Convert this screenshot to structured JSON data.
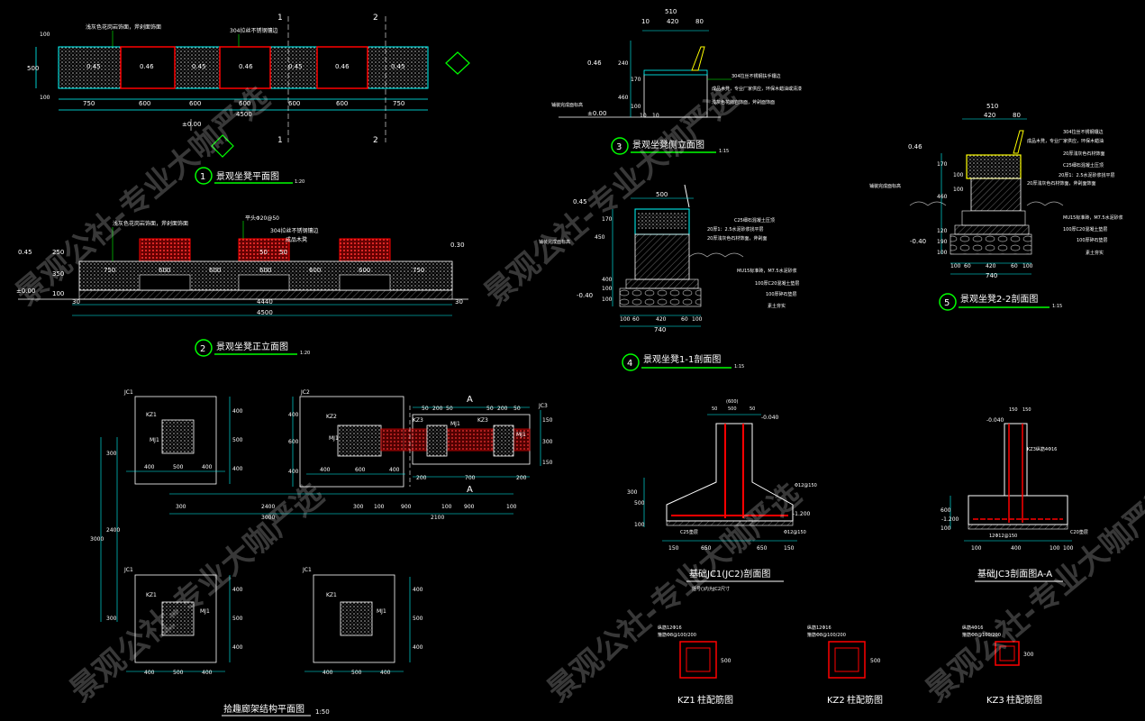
{
  "colors": {
    "background": "#000000",
    "line": "#ffffff",
    "dim": "#00ffff",
    "green": "#00ff00",
    "red": "#ff0000",
    "yellow": "#ffff00"
  },
  "watermark": "景观公社-专业大咖严选",
  "plan_view": {
    "number": "1",
    "title": "景观坐凳平面图",
    "scale": "1:20",
    "note_left": "浅灰色花岗岩饰面，斧剁面饰面",
    "note_top": "304拉丝不锈钢镶边",
    "cell_levels": [
      "0.45",
      "0.46",
      "0.45",
      "0.46",
      "0.45",
      "0.46",
      "0.45"
    ],
    "dims": [
      "750",
      "600",
      "600",
      "600",
      "600",
      "600",
      "750"
    ],
    "total": "4500",
    "height_dims": [
      "500",
      "100",
      "100"
    ],
    "level_ground": "±0.00",
    "section_marks": [
      "1",
      "2",
      "1",
      "2"
    ]
  },
  "front_view": {
    "number": "2",
    "title": "景观坐凳正立面图",
    "scale": "1:20",
    "note_left": "浅灰色花岗岩饰面，斧剁面饰面",
    "note_mid1": "平头Φ20@50",
    "note_mid2": "304拉丝不锈钢镶边",
    "note_mid3": "成品木凳",
    "mid_dims": [
      "50",
      "50"
    ],
    "dims": [
      "750",
      "600",
      "600",
      "600",
      "600",
      "600",
      "750"
    ],
    "bottom_dims": [
      "30",
      "4440",
      "30"
    ],
    "total": "4500",
    "levels": [
      "0.45",
      "±0.00",
      "0.30"
    ],
    "height_dims": [
      "250",
      "350",
      "100"
    ]
  },
  "side_view": {
    "number": "3",
    "title": "景观坐凳侧立面图",
    "scale": "1:15",
    "top_dims": [
      "510",
      "10",
      "420",
      "80"
    ],
    "height_dims": [
      "240",
      "170",
      "460",
      "100"
    ],
    "bottom_dims": [
      "10",
      "10"
    ],
    "levels": [
      "0.46",
      "±0.00"
    ],
    "notes": [
      "304拉丝不锈钢扶手镶边",
      "成品木凳，专业厂家供应，环保木蜡油或清漆",
      "浅灰色花岗岩饰面，斧剁面饰面"
    ],
    "note_left": "铺装完成面标高"
  },
  "section_1": {
    "number": "4",
    "title": "景观坐凳1-1剖面图",
    "scale": "1:15",
    "top_dim": "500",
    "levels": [
      "0.45",
      "-0.40"
    ],
    "height_dims": [
      "170",
      "450",
      "400",
      "100",
      "100"
    ],
    "notes": [
      "C25细石混凝土压顶",
      "20厚1：2.5水泥砂浆找平层",
      "20厚浅灰色石材饰面，斧剁面",
      "MU15标准砖，M7.5水泥砂浆",
      "100厚C20混凝土垫层",
      "100厚碎石垫层",
      "素土夯实"
    ],
    "note_left": "铺装完成面标高",
    "bottom_dims": [
      "100",
      "60",
      "420",
      "60",
      "100"
    ],
    "total": "740"
  },
  "section_2": {
    "number": "5",
    "title": "景观坐凳2-2剖面图",
    "scale": "1:15",
    "top_dims": [
      "510",
      "420",
      "80"
    ],
    "levels": [
      "0.46",
      "-0.40"
    ],
    "height_dims": [
      "170",
      "460",
      "100",
      "100",
      "120",
      "190",
      "100"
    ],
    "notes": [
      "304拉丝不锈钢镶边",
      "成品木凳，专业厂家供应，环保木蜡油",
      "20厚浅灰色石材饰面",
      "C25细石混凝土压顶",
      "20厚1：2.5水泥砂浆找平层",
      "20厚浅灰色石材饰面，斧剁面饰面",
      "MU15标准砖，M7.5水泥砂浆",
      "100厚C20混凝土垫层",
      "100厚碎石垫层",
      "素土夯实"
    ],
    "note_left": "铺装完成面标高",
    "bottom_dims": [
      "100",
      "60",
      "420",
      "60",
      "100"
    ],
    "total": "740"
  },
  "structural_plan": {
    "title": "拾趣廊架结构平面图",
    "scale": "1:50",
    "labels": {
      "jc1": "JC1",
      "jc2": "JC2",
      "jc3": "JC3",
      "kz1": "KZ1",
      "kz2": "KZ2",
      "kz3": "KZ3",
      "mj1": "MJ1",
      "cut": "A"
    },
    "dims_square": [
      "400",
      "500",
      "400"
    ],
    "dims_jc2_bottom": [
      "400",
      "600",
      "400"
    ],
    "dims_jc2_side": [
      "400",
      "600",
      "400"
    ],
    "dims_jc3_top": [
      "50",
      "200",
      "50"
    ],
    "dims_jc3_top2": [
      "50",
      "200",
      "50"
    ],
    "dims_jc3_side": [
      "150",
      "300",
      "150"
    ],
    "dims_jc3_bottom": [
      "200",
      "700",
      "200"
    ],
    "dims_row": [
      "300",
      "2400",
      "300",
      "100",
      "900",
      "100",
      "900",
      "100"
    ],
    "dims_total": [
      "3000",
      "2100"
    ],
    "dims_vertical": [
      "3000",
      "2400",
      "300",
      "300"
    ]
  },
  "foundation_jc1": {
    "title": "基础JC1(JC2)剖面图",
    "subtitle": "括号()内为JC2尺寸",
    "levels": [
      "-0.040",
      "-1.200"
    ],
    "top_dims": [
      "50",
      "500",
      "50",
      "(600)"
    ],
    "bottom_dims": [
      "150",
      "650",
      "650",
      "150"
    ],
    "side_dims": [
      "500",
      "100",
      "300"
    ],
    "rebar_notes": [
      "Φ12@150",
      "C25垫层",
      "Φ12@150"
    ]
  },
  "foundation_jc3": {
    "title": "基础JC3剖面图A-A",
    "levels": [
      "-0.040",
      "-1.200"
    ],
    "top_dims": [
      "150",
      "150"
    ],
    "bottom_dims": [
      "100",
      "400",
      "100",
      "100"
    ],
    "side_dims": [
      "600",
      "100"
    ],
    "labels": [
      "KZ3纵筋4Φ16",
      "C20垫层"
    ],
    "rebar_note": "12Φ12@150"
  },
  "columns": [
    {
      "title": "KZ1",
      "suffix": "柱配筋图",
      "dim": "500",
      "notes": [
        "纵筋12Φ16",
        "箍筋Φ8@100/200"
      ]
    },
    {
      "title": "KZ2",
      "suffix": "柱配筋图",
      "dim": "500",
      "notes": [
        "纵筋12Φ16",
        "箍筋Φ8@100/200"
      ]
    },
    {
      "title": "KZ3",
      "suffix": "柱配筋图",
      "dim": "300",
      "notes": [
        "纵筋4Φ16",
        "箍筋Φ8@100/200"
      ]
    }
  ]
}
